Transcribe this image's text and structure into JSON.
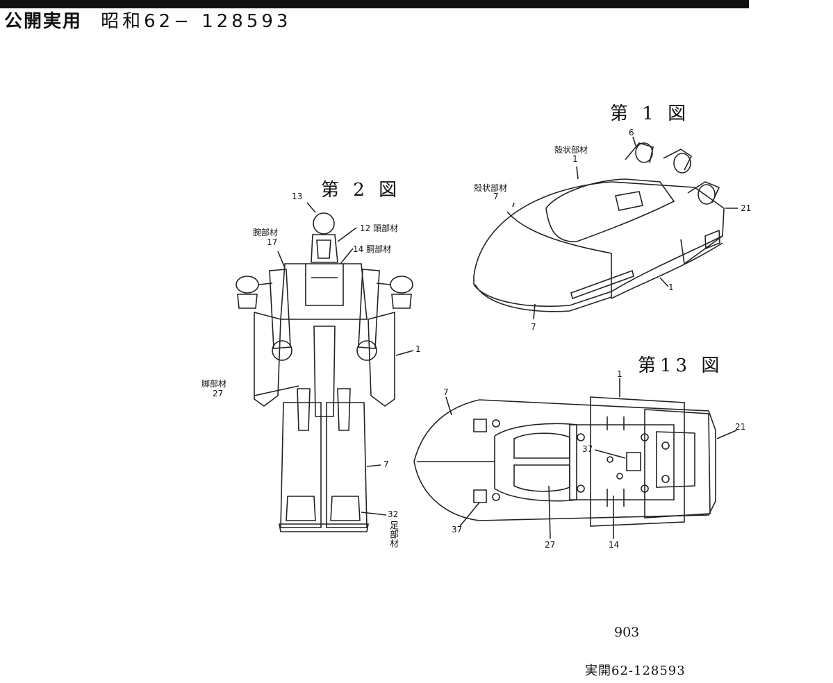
{
  "header": {
    "label": "公開実用",
    "number": "昭和62−",
    "serial": "128593"
  },
  "figures": {
    "fig1": {
      "title": "第 1 図"
    },
    "fig2": {
      "title": "第 2 図"
    },
    "fig13": {
      "title": "第13 図"
    }
  },
  "labels": {
    "fig1_l1": "殻状部材",
    "fig1_n1": "1",
    "fig1_l7": "殻状部材",
    "fig1_n7": "7",
    "fig1_n6": "6",
    "fig1_n21": "21",
    "fig1_n1b": "1",
    "fig1_n7b": "7",
    "fig2_n13": "13",
    "fig2_l17": "腕部材",
    "fig2_n17": "17",
    "fig2_l12": "12 頭部材",
    "fig2_l14": "14 胴部材",
    "fig2_n1": "1",
    "fig2_l27": "脚部材",
    "fig2_n27": "27",
    "fig2_n7": "7",
    "fig2_n32": "32",
    "fig2_l32": "足部材",
    "fig13_n1": "1",
    "fig13_n7": "7",
    "fig13_n21": "21",
    "fig13_n37a": "37",
    "fig13_n37b": "37",
    "fig13_n27": "27",
    "fig13_n14": "14"
  },
  "page_number": "903",
  "footer": "実開62-128593"
}
